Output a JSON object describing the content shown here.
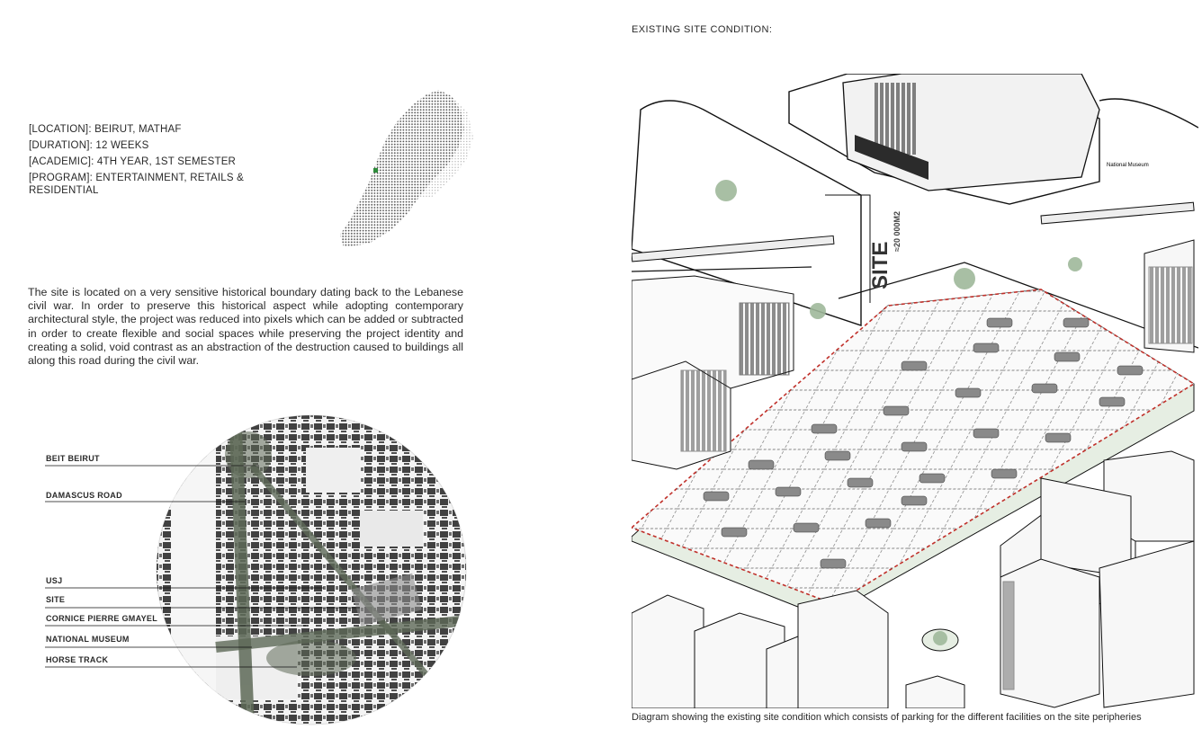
{
  "project_info": {
    "location_label": "[LOCATION]:",
    "location_value": "BEIRUT, MATHAF",
    "duration_label": "[DURATION]:",
    "duration_value": "12 WEEKS",
    "academic_label": "[ACADEMIC]:",
    "academic_value": "4TH YEAR, 1ST SEMESTER",
    "program_label": "[PROGRAM]:",
    "program_value_line1": "ENTERTAINMENT, RETAILS &",
    "program_value_line2": "RESIDENTIAL"
  },
  "description": "The site is located on a very sensitive historical boundary dating back to the Lebanese civil war. In order to preserve this historical aspect while adopting contemporary architectural style, the project was reduced into pixels which can be added or subtracted in order to create flexible and social spaces while preserving the project identity and creating a solid, void contrast as an abstraction of the destruction caused to buildings all along this road during the civil war.",
  "map_labels": [
    "BEIT BEIRUT",
    "DAMASCUS ROAD",
    "USJ",
    "SITE",
    "CORNICE PIERRE GMAYEL",
    "NATIONAL MUSEUM",
    "HORSE TRACK"
  ],
  "right_page": {
    "heading": "EXISTING SITE CONDITION:",
    "site_word": "SITE",
    "site_area": "≈20 000M2",
    "museum_tag": "National Museum",
    "caption": "Diagram showing the existing site condition which consists of parking for the different facilities on the site peripheries"
  },
  "colors": {
    "text": "#2a2a2a",
    "site_boundary": "#c0302a",
    "landscape_green": "#e6eee3",
    "tree_green": "#9fb89a",
    "road_overlay": "#5e6a58"
  }
}
